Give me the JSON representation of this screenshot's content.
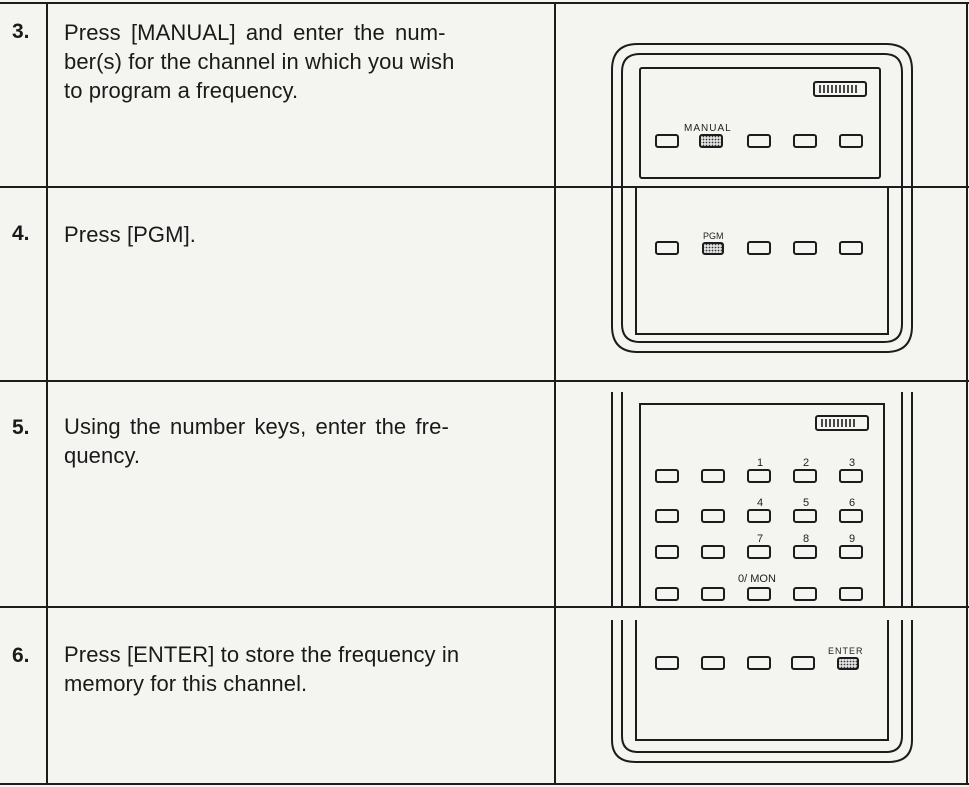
{
  "steps": [
    {
      "number": "3.",
      "lines": [
        "Press [MANUAL] and enter the num-",
        "ber(s) for the channel in which you wish",
        "to program a frequency."
      ]
    },
    {
      "number": "4.",
      "lines": [
        "Press [PGM]."
      ]
    },
    {
      "number": "5.",
      "lines": [
        "Using the number keys, enter the fre-",
        "quency."
      ]
    },
    {
      "number": "6.",
      "lines": [
        "Press [ENTER] to store the frequency in",
        "memory for this channel."
      ]
    }
  ],
  "panel_labels": {
    "manual": "MANUAL",
    "pgm": "PGM",
    "enter": "ENTER",
    "keys": [
      "1",
      "2",
      "3",
      "4",
      "5",
      "6",
      "7",
      "8",
      "9"
    ],
    "zero_mon": "0/ MON"
  },
  "colors": {
    "paper": "#f4f4f1",
    "ink": "#1c1c1c",
    "highlighted_key": "#555555"
  }
}
